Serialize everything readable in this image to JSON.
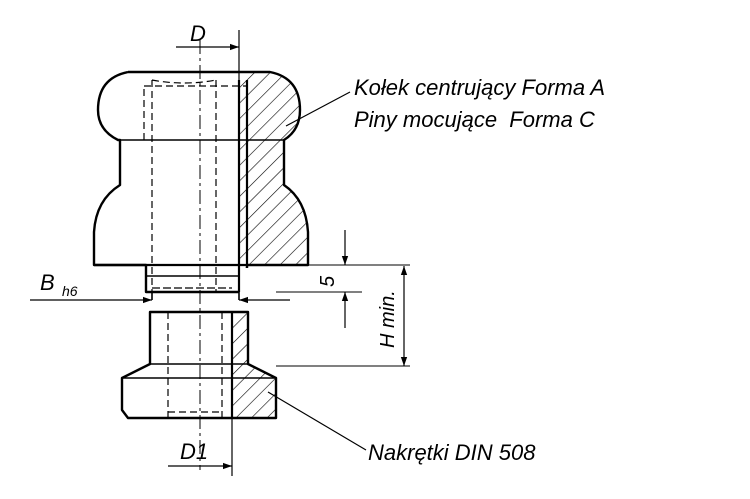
{
  "labels": {
    "dim_D": "D",
    "dim_B": "B",
    "dim_B_sub": "h6",
    "dim_D1": "D1",
    "dim_5": "5",
    "dim_H": "H min.",
    "callout_pin_1": "Kołek centrujący Forma A",
    "callout_pin_2": "Piny mocujące  Forma C",
    "callout_nut": "Nakrętki DIN 508"
  },
  "colors": {
    "line": "#000000",
    "background": "#ffffff"
  }
}
